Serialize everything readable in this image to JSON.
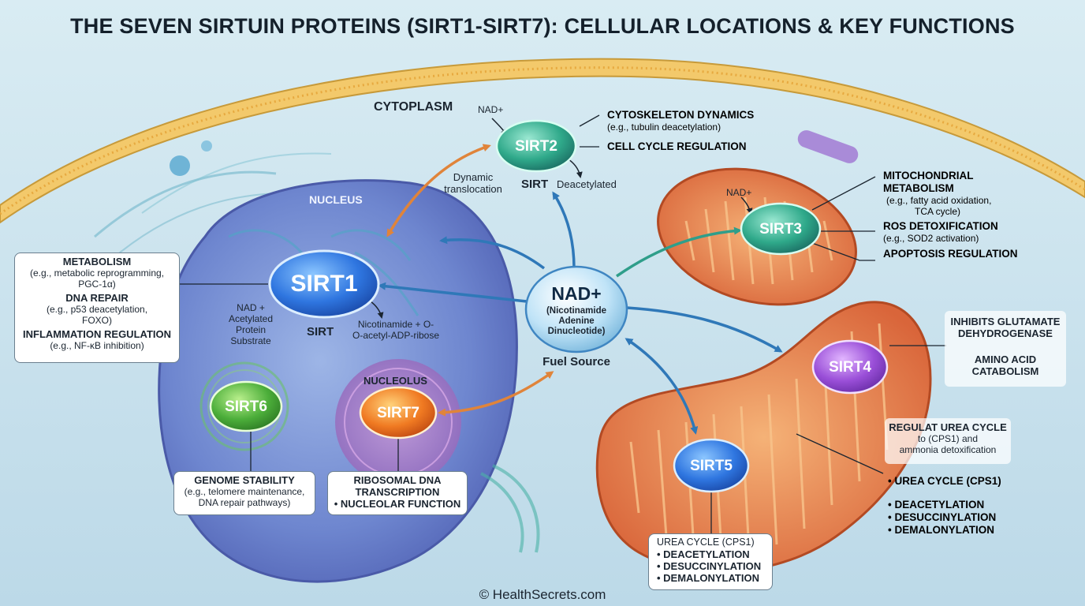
{
  "title": "THE SEVEN SIRTUIN PROTEINS (SIRT1-SIRT7): CELLULAR LOCATIONS & KEY FUNCTIONS",
  "regions": {
    "cytoplasm": "CYTOPLASM",
    "nucleus": "NUCLEUS",
    "nucleolus": "NUCLEOLUS"
  },
  "center": {
    "nad_title": "NAD+",
    "nad_sub1": "(Nicotinamide",
    "nad_sub2": "Adenine",
    "nad_sub3": "Dinucleotide)",
    "fuel_source": "Fuel Source"
  },
  "proteins": {
    "sirt1": "SIRT1",
    "sirt2": "SIRT2",
    "sirt3": "SIRT3",
    "sirt4": "SIRT4",
    "sirt5": "SIRT5",
    "sirt6": "SIRT6",
    "sirt7": "SIRT7"
  },
  "sirt1": {
    "input1": "NAD +",
    "input2": "Acetylated",
    "input3": "Protein",
    "input4": "Substrate",
    "sirt_label": "SIRT",
    "product1": "Nicotinamide + O-",
    "product2": "O-acetyl-ADP-ribose",
    "functions": {
      "f1_title": "METABOLISM",
      "f1_detail1": "(e.g., metabolic reprogramming,",
      "f1_detail2": "PGC-1α)",
      "f2_title": "DNA REPAIR",
      "f2_detail1": "(e.g., p53 deacetylation,",
      "f2_detail2": "FOXO)",
      "f3_title": "INFLAMMATION REGULATION",
      "f3_detail1": "(e.g., NF-κB inhibition)"
    }
  },
  "sirt2": {
    "nad": "NAD+",
    "translocation1": "Dynamic",
    "translocation2": "translocation",
    "sirt_label": "SIRT",
    "deacetylated": "Deacetylated",
    "f1_title": "CYTOSKELETON DYNAMICS",
    "f1_detail": "(e.g., tubulin deacetylation)",
    "f2_title": "CELL CYCLE REGULATION"
  },
  "sirt3": {
    "nad": "NAD+",
    "f1_title1": "MITOCHONDRIAL",
    "f1_title2": "METABOLISM",
    "f1_detail1": "(e.g., fatty acid oxidation,",
    "f1_detail2": "TCA cycle)",
    "f2_title": "ROS DETOXIFICATION",
    "f2_detail": "(e.g., SOD2 activation)",
    "f3_title": "APOPTOSIS REGULATION"
  },
  "sirt4": {
    "f1_title1": "INHIBITS GLUTAMATE",
    "f1_title2": "DEHYDROGENASE",
    "f2_title1": "AMINO ACID",
    "f2_title2": "CATABOLISM"
  },
  "sirt5": {
    "side_title": "REGULAT UREA CYCLE",
    "side_detail1": "to (CPS1) and",
    "side_detail2": "ammonia detoxification",
    "side_item1": "• UREA CYCLE (CPS1)",
    "side_item2": "• DEACETYLATION",
    "side_item3": "• DESUCCINYLATION",
    "side_item4": "• DEMALONYLATION",
    "box_title": "UREA CYCLE (CPS1)",
    "box_item1": "• DEACETYLATION",
    "box_item2": "• DESUCCINYLATION",
    "box_item3": "• DEMALONYLATION"
  },
  "sirt6": {
    "box_title": "GENOME STABILITY",
    "box_detail1": "(e.g., telomere maintenance,",
    "box_detail2": "DNA repair pathways)"
  },
  "sirt7": {
    "box_title1": "RIBOSOMAL DNA",
    "box_title2": "TRANSCRIPTION",
    "box_title3": "• NUCLEOLAR FUNCTION"
  },
  "footer": "© HealthSecrets.com"
}
